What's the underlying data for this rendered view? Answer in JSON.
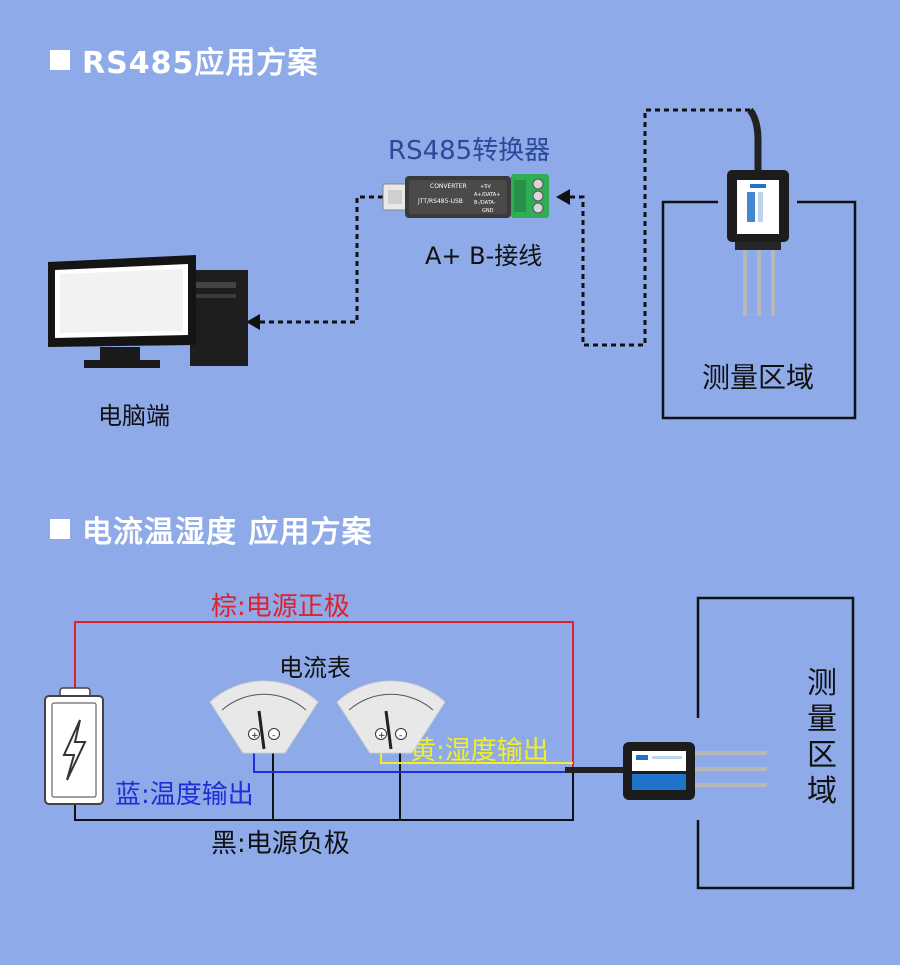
{
  "section1": {
    "title": "RS485应用方案",
    "converter_label": "RS485转换器",
    "wiring_label": "A+ B-接线",
    "computer_label": "电脑端",
    "zone_label": "测量区域",
    "device_text": {
      "converter_top": "CONVERTER",
      "converter_model": "JTT/RS485-USB",
      "pin_top": "+5V",
      "pin_a": "A+/DATA+",
      "pin_b": "B-/DATA-",
      "pin_gnd": "GND"
    }
  },
  "section2": {
    "title": "电流温湿度 应用方案",
    "brown_label": "棕:电源正极",
    "ammeter_label": "电流表",
    "yellow_label": "黄:湿度输出",
    "blue_label": "蓝:温度输出",
    "black_label": "黑:电源负极",
    "zone_label": "测量区域",
    "meter_signs": {
      "plus": "+",
      "minus": "-"
    }
  },
  "colors": {
    "background": "#8eaae8",
    "brown_wire": "#e0202a",
    "blue_wire": "#1f2fd8",
    "yellow_wire": "#f2ee2a",
    "black_wire": "#111111",
    "converter_text": "#2c4a99"
  }
}
